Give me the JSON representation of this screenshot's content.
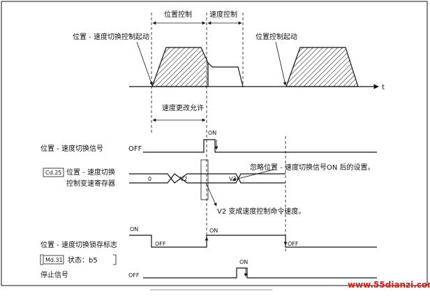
{
  "labels": {
    "position_control": "位置控制",
    "speed_control": "速度控制",
    "switch_start": "位置 - 速度切换控制起动",
    "pos_start": "位置控制起动",
    "time_axis": "t",
    "speed_change_allowed": "速度更改允许",
    "on": "ON",
    "off": "OFF",
    "switch_signal": "位置 - 速度切换信号",
    "reg_tag": "Cd.25",
    "reg_line1": "位置 - 速度切换",
    "reg_line2": "控制变速寄存器",
    "reg_val_0": "0",
    "reg_val_v2": "V2",
    "reg_val_v3": "V3",
    "ignore_note": "忽略位置 - 速度切换信号ON 后的设置。",
    "v2_note": "V2 变成速度控制命令速度。",
    "latch_flag": "位置 - 速度切换锁存标志",
    "md_tag": "Md.31",
    "md_state": "状态：b5",
    "stop_signal": "停止信号",
    "watermark": "www.55dianzi.com"
  }
}
